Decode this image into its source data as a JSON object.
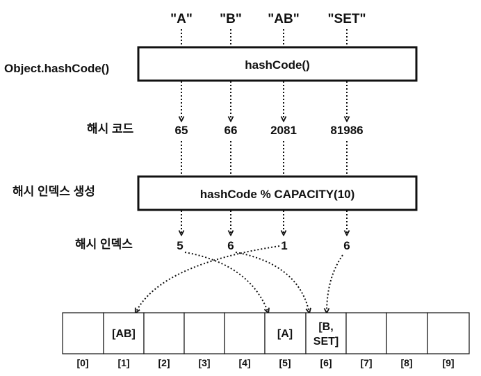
{
  "keys": [
    "\"A\"",
    "\"B\"",
    "\"AB\"",
    "\"SET\""
  ],
  "steps": {
    "method_label": "Object.hashCode()",
    "hash_box_label": "hashCode()",
    "hash_code_row_label": "해시 코드",
    "index_gen_label": "해시 인덱스 생성",
    "index_box_label": "hashCode % CAPACITY(10)",
    "index_row_label": "해시 인덱스"
  },
  "hash_codes": [
    "65",
    "66",
    "2081",
    "81986"
  ],
  "indices": [
    "5",
    "6",
    "1",
    "6"
  ],
  "array": {
    "cells": [
      {
        "content": ""
      },
      {
        "content": "[AB]"
      },
      {
        "content": ""
      },
      {
        "content": ""
      },
      {
        "content": ""
      },
      {
        "content": "[A]"
      },
      {
        "line1": "[B,",
        "line2": "SET]"
      },
      {
        "content": ""
      },
      {
        "content": ""
      },
      {
        "content": ""
      }
    ],
    "labels": [
      "[0]",
      "[1]",
      "[2]",
      "[3]",
      "[4]",
      "[5]",
      "[6]",
      "[7]",
      "[8]",
      "[9]"
    ]
  },
  "mapping": [
    {
      "from": 0,
      "to": 5
    },
    {
      "from": 1,
      "to": 6
    },
    {
      "from": 2,
      "to": 1
    },
    {
      "from": 3,
      "to": 6
    }
  ]
}
